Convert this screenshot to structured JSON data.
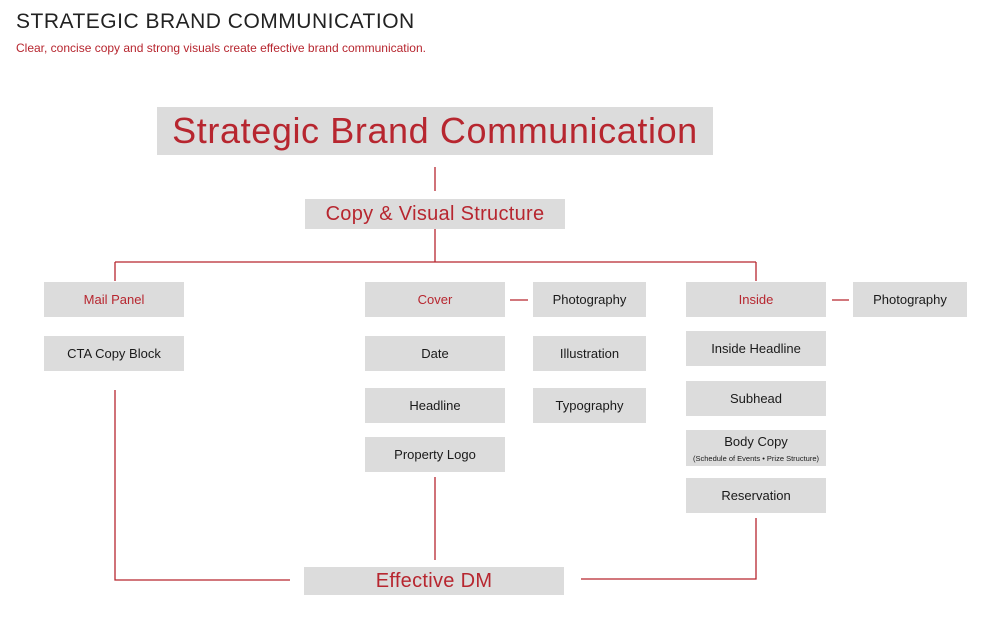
{
  "header": {
    "title": "STRATEGIC BRAND COMMUNICATION",
    "subtitle": "Clear, concise copy and strong visuals create effective brand communication."
  },
  "diagram": {
    "main": "Strategic Brand Communication",
    "structure": "Copy & Visual Structure",
    "mail_panel": {
      "label": "Mail Panel",
      "items": [
        "CTA Copy Block"
      ]
    },
    "cover": {
      "label": "Cover",
      "items": [
        "Date",
        "Headline",
        "Property Logo"
      ],
      "visuals": [
        "Photography",
        "Illustration",
        "Typography"
      ]
    },
    "inside": {
      "label": "Inside",
      "visual": "Photography",
      "items": [
        "Inside Headline",
        "Subhead",
        "Body Copy",
        "Reservation"
      ],
      "body_copy_note": "(Schedule of Events • Prize Structure)"
    },
    "outcome": "Effective DM"
  },
  "colors": {
    "accent": "#b7262f",
    "box": "#dcdcdc",
    "text": "#1a1a1a"
  }
}
